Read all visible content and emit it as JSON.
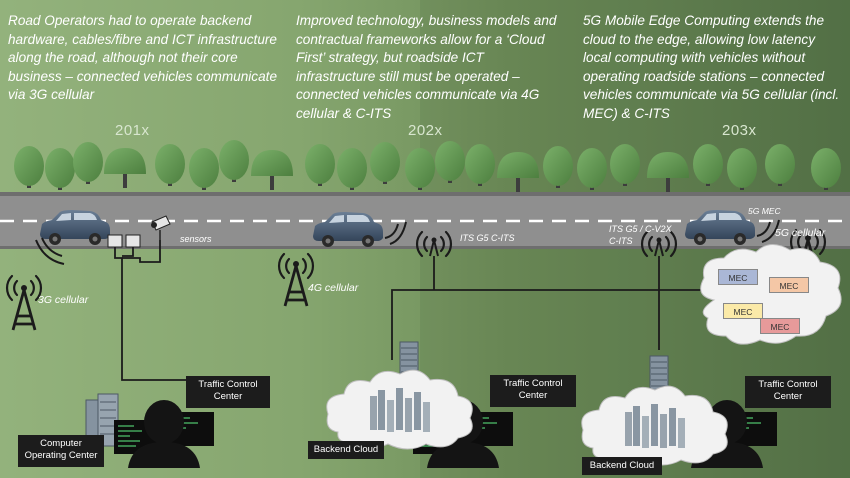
{
  "captions": {
    "left": "Road Operators had to operate backend hardware, cables/fibre and ICT infrastructure along the road, although not their core business – connected vehicles communicate via 3G cellular",
    "middle": "Improved technology, business models and contractual frameworks allow for a ‘Cloud First’ strategy, but roadside ICT infrastructure still must be operated – connected vehicles communicate via 4G cellular & C-ITS",
    "right": "5G Mobile Edge Computing extends the cloud to the edge, allowing low latency local computing with vehicles without operating roadside stations – connected vehicles communicate via 5G cellular (incl. MEC) & C-ITS"
  },
  "eras": {
    "left": "201x",
    "middle": "202x",
    "right": "203x"
  },
  "labels": {
    "sensors": "sensors",
    "cellular_3g": "3G cellular",
    "cellular_4g": "4G cellular",
    "its_g5": "ITS G5 C-ITS",
    "its_g5_cv2x_line1": "ITS G5 / C-V2X",
    "its_g5_cv2x_line2": "C-ITS",
    "mec_5g": "5G MEC",
    "cellular_5g": "5G cellular"
  },
  "boxes": {
    "computer_center_line1": "Computer",
    "computer_center_line2": "Operating Center",
    "tcc_left_line1": "Traffic Control",
    "tcc_left_line2": "Center",
    "backend_mid": "Backend Cloud",
    "tcc_mid_line1": "Traffic Control",
    "tcc_mid_line2": "Center",
    "backend_right": "Backend Cloud",
    "tcc_right_line1": "Traffic Control",
    "tcc_right_line2": "Center"
  },
  "mec_units": [
    {
      "label": "MEC",
      "color": "#aab7d6"
    },
    {
      "label": "MEC",
      "color": "#f4c7a6"
    },
    {
      "label": "MEC",
      "color": "#fbeaa8"
    },
    {
      "label": "MEC",
      "color": "#e79a9a"
    }
  ],
  "colors": {
    "road": "#8f8f8f",
    "road_edge": "#6e6e6e",
    "tree": "#5f9450",
    "tree_trunk": "#3a3a3a",
    "car": "#475a70",
    "cloud": "#f2f2f2",
    "server": "#7d8b98",
    "box": "#1c1c1c"
  }
}
